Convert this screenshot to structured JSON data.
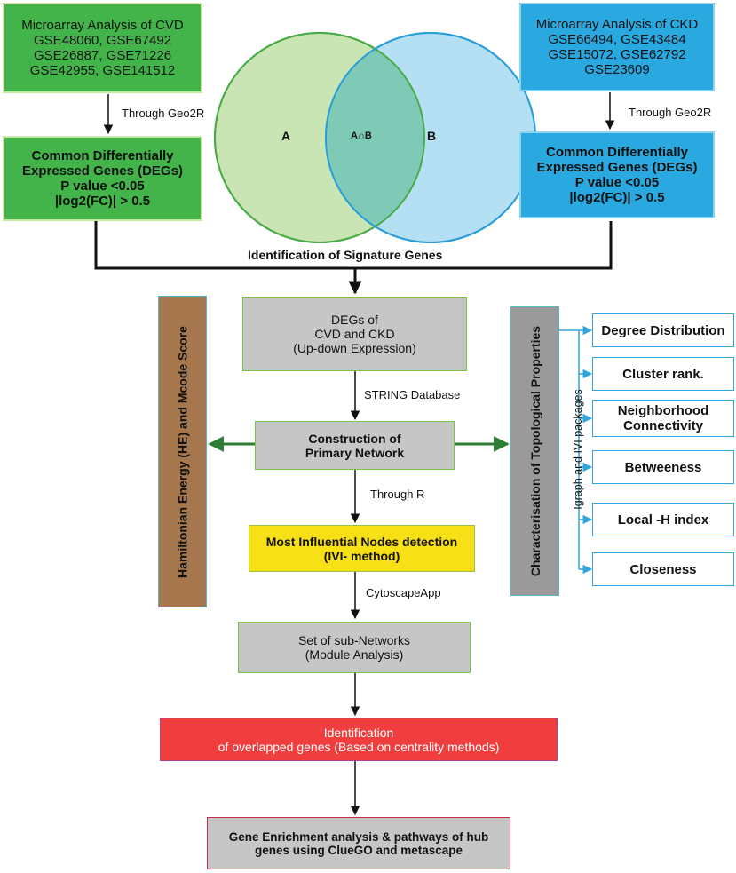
{
  "cvd_box": {
    "lines": [
      "Microarray Analysis of CVD",
      "GSE48060,  GSE67492",
      "GSE26887,  GSE71226",
      "GSE42955,  GSE141512"
    ]
  },
  "ckd_box": {
    "lines": [
      "Microarray Analysis of  CKD",
      "GSE66494, GSE43484",
      "GSE15072,  GSE62792",
      "GSE23609"
    ]
  },
  "geo2r_left": "Through Geo2R",
  "geo2r_right": "Through Geo2R",
  "deg_left": {
    "lines": [
      "Common Differentially",
      "Expressed Genes (DEGs)",
      "P value <0.05",
      "|log2(FC)| > 0.5"
    ]
  },
  "deg_right": {
    "lines": [
      "Common Differentially",
      "Expressed Genes (DEGs)",
      "P value <0.05",
      "|log2(FC)| > 0.5"
    ]
  },
  "venn": {
    "a": "A",
    "b": "B",
    "ab": "A∩B",
    "color_a": "#c9e5b3",
    "color_b": "#b5dff2",
    "color_ab": "#7fcab7"
  },
  "signature_label": "Identification of Signature Genes",
  "degs_box": {
    "lines": [
      "DEGs of",
      "CVD and  CKD",
      "(Up-down Expression)"
    ]
  },
  "string_label": "STRING Database",
  "construction_box": {
    "lines": [
      "Construction of",
      "Primary Network"
    ]
  },
  "through_r": "Through R",
  "influential_box": {
    "lines": [
      "Most Influential Nodes detection",
      "(IVI- method)"
    ]
  },
  "cytoscape_label": "CytoscapeApp",
  "subnetworks_box": {
    "lines": [
      "Set of sub-Networks",
      "(Module Analysis)"
    ]
  },
  "overlap_box": {
    "lines": [
      "Identification",
      "of  overlapped  genes (Based on centrality methods)"
    ]
  },
  "enrichment_box": {
    "lines": [
      "Gene Enrichment analysis & pathways of hub",
      "genes using ClueGO and metascape"
    ]
  },
  "hamiltonian_label": "Hamiltonian Energy (HE) and Mcode Score",
  "topological_label": "Characterisation of Topological Properties",
  "igraph_label": "Igraph and IVI packages",
  "properties": [
    "Degree Distribution",
    "Cluster rank.",
    [
      "Neighborhood",
      "Connectivity"
    ],
    "Betweeness",
    "Local -H index",
    "Closeness"
  ],
  "colors": {
    "arrow_green": "#2e7d32",
    "arrow_blue": "#2ea6dd"
  }
}
